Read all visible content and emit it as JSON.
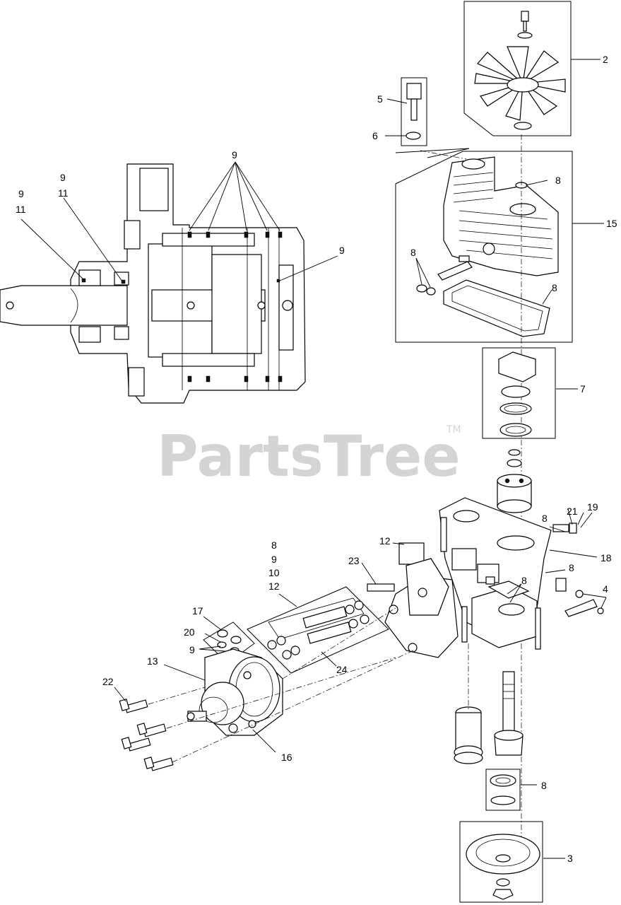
{
  "watermark": {
    "text": "PartsTree",
    "tm": "TM"
  },
  "callouts": {
    "c2": "2",
    "c3": "3",
    "c4": "4",
    "c5": "5",
    "c6": "6",
    "c7": "7",
    "c8_cover": "8",
    "c8_gasket": "8",
    "c8_plug": "8",
    "c8_side": "8",
    "c8_valve": "8",
    "c8_mid": "8",
    "c8_bearing": "8",
    "c8_group": "8",
    "c9_group": "9",
    "c10_group": "10",
    "c12_group": "12",
    "c9_top": "9",
    "c9_left_a": "9",
    "c11_left_a": "11",
    "c9_left_b": "9",
    "c11_left_b": "11",
    "c9_right": "9",
    "c9_small": "9",
    "c12": "12",
    "c13": "13",
    "c15": "15",
    "c16": "16",
    "c17": "17",
    "c18": "18",
    "c19": "19",
    "c20": "20",
    "c21": "21",
    "c22": "22",
    "c23": "23",
    "c24": "24"
  }
}
